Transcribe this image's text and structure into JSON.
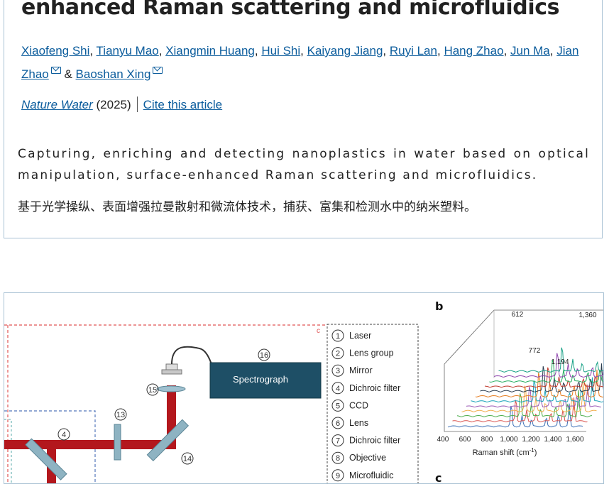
{
  "article": {
    "title": "enhanced Raman scattering and microfluidics",
    "authors": [
      {
        "name": "Xiaofeng Shi",
        "email": false
      },
      {
        "name": "Tianyu Mao",
        "email": false
      },
      {
        "name": "Xiangmin Huang",
        "email": false
      },
      {
        "name": "Hui Shi",
        "email": false
      },
      {
        "name": "Kaiyang Jiang",
        "email": false
      },
      {
        "name": "Ruyi Lan",
        "email": false
      },
      {
        "name": "Hang Zhao",
        "email": false
      },
      {
        "name": "Jun Ma",
        "email": false
      },
      {
        "name": "Jian Zhao",
        "email": true
      },
      {
        "name": "Baoshan Xing",
        "email": true
      }
    ],
    "author_sep": ", ",
    "author_and": " & ",
    "journal": "Nature Water",
    "year": " (2025)",
    "cite_label": "Cite this article",
    "abstract_en": "Capturing, enriching and detecting nanoplastics in water based on optical manipulation, surface-enhanced Raman scattering and microfluidics.",
    "abstract_zh": "基于光学操纵、表面增强拉曼散射和微流体技术，捕获、富集和检测水中的纳米塑料。"
  },
  "figure": {
    "panel_b": "b",
    "panel_c_inset": "c",
    "panel_c": "c",
    "spectrograph_label": "Spectrograph",
    "component_numbers": [
      "4",
      "13",
      "14",
      "15",
      "16"
    ],
    "legend": [
      {
        "num": "1",
        "label": "Laser"
      },
      {
        "num": "2",
        "label": "Lens group"
      },
      {
        "num": "3",
        "label": "Mirror"
      },
      {
        "num": "4",
        "label": "Dichroic filter"
      },
      {
        "num": "5",
        "label": "CCD"
      },
      {
        "num": "6",
        "label": "Lens"
      },
      {
        "num": "7",
        "label": "Dichroic filter"
      },
      {
        "num": "8",
        "label": "Objective"
      },
      {
        "num": "9",
        "label": "Microfluidic"
      }
    ],
    "peaks": [
      "612",
      "1,360",
      "772",
      "1,194"
    ],
    "x_ticks": [
      "400",
      "600",
      "800",
      "1,000",
      "1,200",
      "1,400",
      "1,600"
    ],
    "x_label": "Raman shift (cm",
    "x_label_sup": "-1",
    "x_label_close": ")",
    "colors": {
      "beam": "#b3171d",
      "spectrograph": "#1e4f66",
      "link": "#0b5c9c",
      "dashed_red": "#e05555",
      "dashed_blue": "#5577bb"
    },
    "spectra_colors": [
      "#3b6fb6",
      "#d9534f",
      "#4cae4c",
      "#f0ad4e",
      "#9b59b6",
      "#17a2b8",
      "#e67e22",
      "#2c3e50",
      "#c0392b",
      "#27ae60",
      "#8e44ad",
      "#16a085"
    ]
  }
}
